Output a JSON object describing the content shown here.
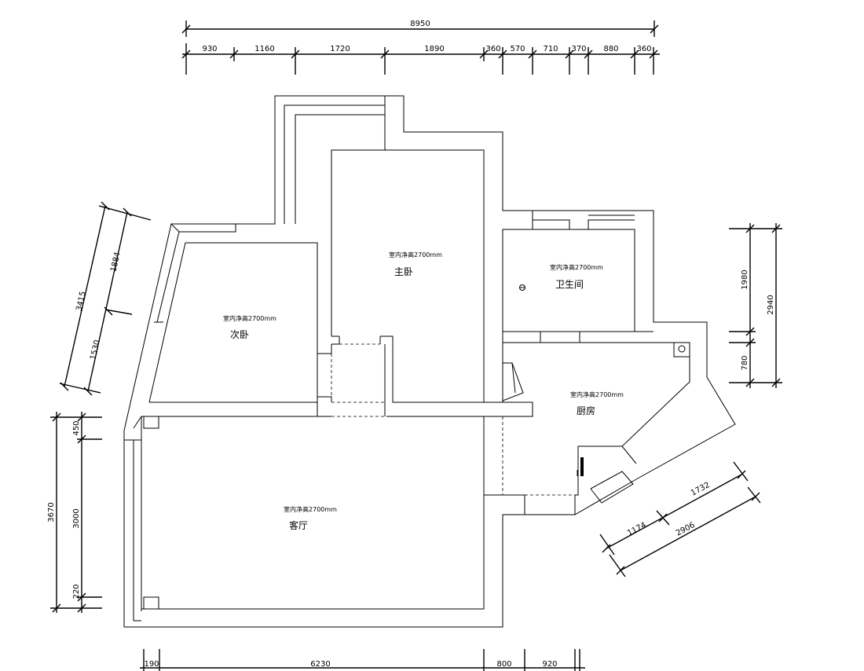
{
  "top_dims": {
    "overall": "8950",
    "segments": [
      "930",
      "1160",
      "1720",
      "1890",
      "360",
      "570",
      "710",
      "370",
      "880",
      "360"
    ]
  },
  "bottom_dims": {
    "first": "190",
    "segments": [
      "6230",
      "800",
      "920"
    ]
  },
  "left_dims": {
    "upper_total": "3415",
    "upper_a": "1884",
    "upper_b": "1530",
    "lower_total": "3670",
    "lower_a": "450",
    "lower_b": "3000",
    "lower_c": "220"
  },
  "right_dims": {
    "total": "2940",
    "a": "1980",
    "b": "780"
  },
  "diag_dims": {
    "a": "1174",
    "b": "1732",
    "total": "2906"
  },
  "rooms": {
    "master": {
      "height": "室内净高2700mm",
      "name": "主卧"
    },
    "second": {
      "height": "室内净高2700mm",
      "name": "次卧"
    },
    "bath": {
      "height": "室内净高2700mm",
      "name": "卫生间"
    },
    "kitchen": {
      "height": "室内净高2700mm",
      "name": "厨房"
    },
    "living": {
      "height": "室内净高2700mm",
      "name": "客厅"
    }
  }
}
